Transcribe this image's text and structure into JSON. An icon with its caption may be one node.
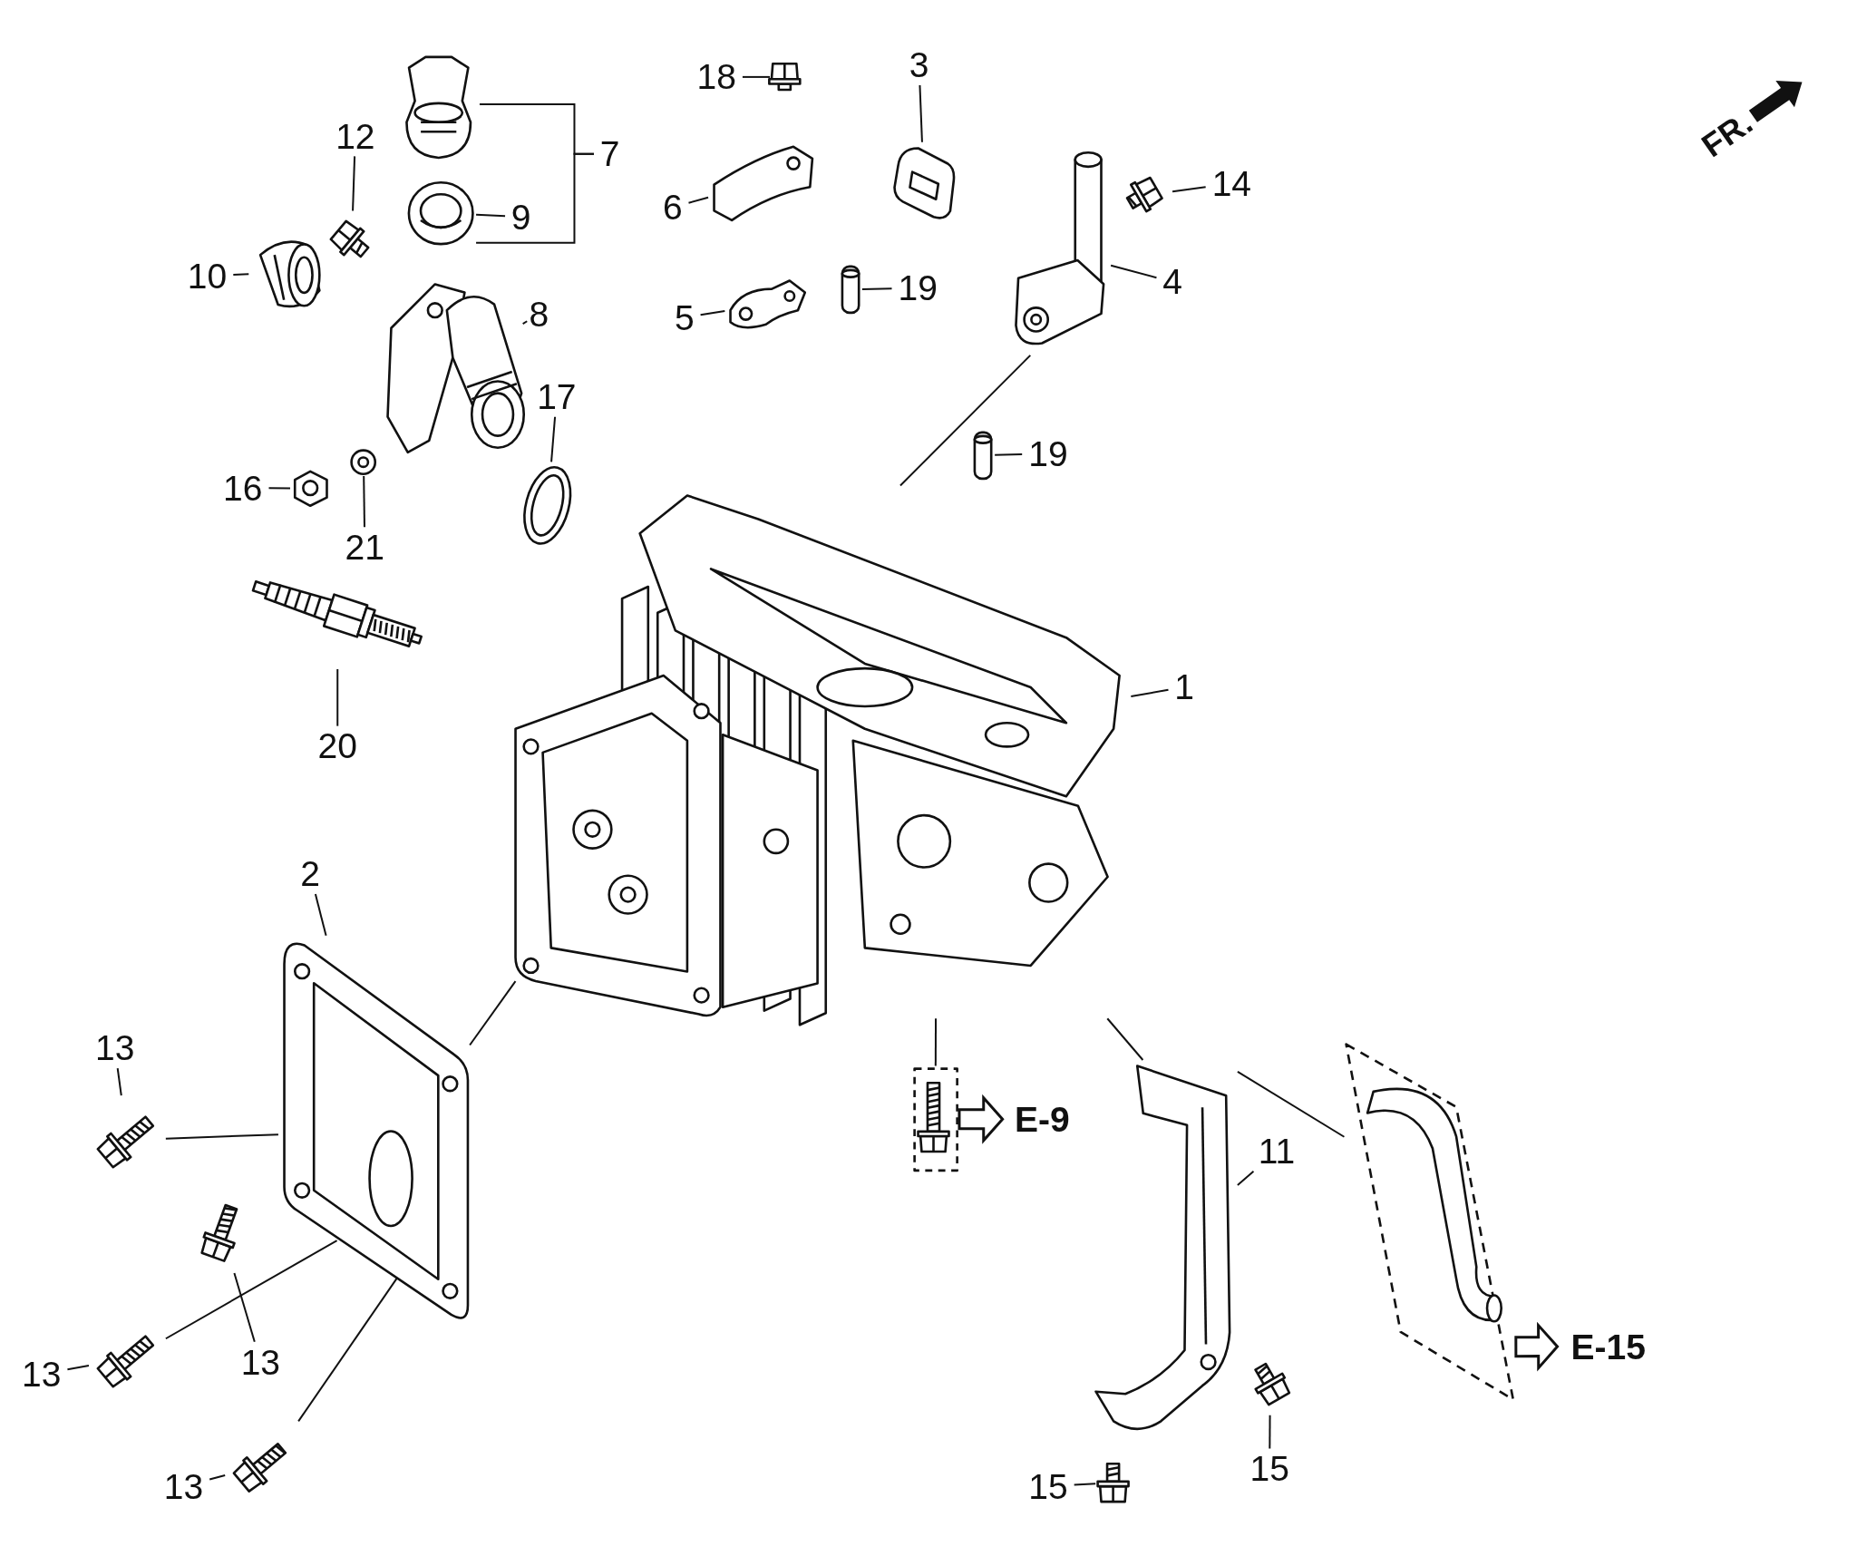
{
  "diagram": {
    "nodes": [
      {
        "text": [
          "7"
        ]
      },
      {
        "text": [],
        "shape": "picture"
      },
      {
        "text": [
          "9"
        ]
      },
      {
        "text": [],
        "shape": "picture"
      },
      {
        "text": [
          "12"
        ]
      },
      {
        "text": [],
        "shape": "picture"
      },
      {
        "text": [
          "10"
        ]
      },
      {
        "text": [],
        "shape": "picture"
      },
      {
        "text": [
          "8"
        ]
      },
      {
        "text": [],
        "shape": "picture"
      },
      {
        "text": [
          "17"
        ]
      },
      {
        "text": [],
        "shape": "picture"
      },
      {
        "text": [
          "16"
        ]
      },
      {
        "text": [],
        "shape": "picture"
      },
      {
        "text": [
          "21"
        ]
      },
      {
        "text": [],
        "shape": "picture"
      },
      {
        "text": [
          "20"
        ]
      },
      {
        "text": [],
        "shape": "picture"
      },
      {
        "text": [
          "18"
        ]
      },
      {
        "text": [],
        "shape": "picture"
      },
      {
        "text": [
          "6"
        ]
      },
      {
        "text": [],
        "shape": "picture"
      },
      {
        "text": [
          "5"
        ]
      },
      {
        "text": [],
        "shape": "picture"
      },
      {
        "text": [
          "3"
        ]
      },
      {
        "text": [],
        "shape": "picture"
      },
      {
        "text": [
          "19"
        ]
      },
      {
        "text": [],
        "shape": "picture"
      },
      {
        "text": [
          "19"
        ]
      },
      {
        "text": [],
        "shape": "picture"
      },
      {
        "text": [
          "14"
        ]
      },
      {
        "text": [],
        "shape": "picture"
      },
      {
        "text": [
          "4"
        ]
      },
      {
        "text": [],
        "shape": "picture"
      },
      {
        "text": [
          "1"
        ]
      },
      {
        "text": [],
        "shape": "picture"
      },
      {
        "text": [
          "2"
        ]
      },
      {
        "text": [],
        "shape": "picture"
      },
      {
        "text": [
          "13"
        ]
      },
      {
        "text": [],
        "shape": "picture"
      },
      {
        "text": [
          "13"
        ]
      },
      {
        "text": [],
        "shape": "picture"
      },
      {
        "text": [
          "13"
        ]
      },
      {
        "text": [],
        "shape": "picture"
      },
      {
        "text": [
          "13"
        ]
      },
      {
        "text": [],
        "shape": "picture"
      },
      {
        "text": [
          "11"
        ]
      },
      {
        "text": [],
        "shape": "picture"
      },
      {
        "text": [
          "15"
        ]
      },
      {
        "text": [],
        "shape": "picture"
      },
      {
        "text": [
          "15"
        ]
      },
      {
        "text": [],
        "shape": "picture"
      },
      {
        "text": [],
        "shape": "picture"
      },
      {
        "text": [
          "E-9"
        ]
      },
      {
        "text": [],
        "shape": "picture"
      },
      {
        "text": [
          "E-15"
        ]
      }
    ],
    "edges": [
      {
        "from": 0,
        "to": 1,
        "arrow": "none"
      },
      {
        "from": 0,
        "to": 3,
        "arrow": "none"
      },
      {
        "from": 2,
        "to": 3,
        "arrow": "none"
      },
      {
        "from": 4,
        "to": 5,
        "arrow": "none"
      },
      {
        "from": 6,
        "to": 7,
        "arrow": "none"
      },
      {
        "from": 8,
        "to": 9,
        "arrow": "none"
      },
      {
        "from": 10,
        "to": 11,
        "arrow": "none"
      },
      {
        "from": 12,
        "to": 13,
        "arrow": "none"
      },
      {
        "from": 14,
        "to": 15,
        "arrow": "none"
      },
      {
        "from": 16,
        "to": 17,
        "arrow": "none"
      },
      {
        "from": 18,
        "to": 19,
        "arrow": "none"
      },
      {
        "from": 20,
        "to": 21,
        "arrow": "none"
      },
      {
        "from": 22,
        "to": 23,
        "arrow": "none"
      },
      {
        "from": 24,
        "to": 25,
        "arrow": "none"
      },
      {
        "from": 26,
        "to": 27,
        "arrow": "none"
      },
      {
        "from": 28,
        "to": 29,
        "arrow": "none"
      },
      {
        "from": 30,
        "to": 31,
        "arrow": "none"
      },
      {
        "from": 32,
        "to": 33,
        "arrow": "none"
      },
      {
        "from": 34,
        "to": 35,
        "arrow": "none"
      },
      {
        "from": 36,
        "to": 37,
        "arrow": "none"
      },
      {
        "from": 38,
        "to": 39,
        "arrow": "none"
      },
      {
        "from": 40,
        "to": 41,
        "arrow": "none"
      },
      {
        "from": 42,
        "to": 43,
        "arrow": "none"
      },
      {
        "from": 44,
        "to": 45,
        "arrow": "none"
      },
      {
        "from": 46,
        "to": 47,
        "arrow": "none"
      },
      {
        "from": 48,
        "to": 49,
        "arrow": "none"
      },
      {
        "from": 50,
        "to": 51,
        "arrow": "none"
      },
      {
        "from": 52,
        "to": 53,
        "arrow": "to",
        "style": "thick"
      },
      {
        "from": 54,
        "to": 55,
        "arrow": "to",
        "style": "thick"
      },
      {
        "from": 39,
        "to": 37,
        "arrow": "none"
      },
      {
        "from": 41,
        "to": 37,
        "arrow": "none"
      },
      {
        "from": 45,
        "to": 37,
        "arrow": "none"
      },
      {
        "from": 33,
        "to": 35,
        "arrow": "none"
      },
      {
        "from": 47,
        "to": 35,
        "arrow": "none"
      },
      {
        "from": 47,
        "to": 54,
        "arrow": "none"
      },
      {
        "from": 52,
        "to": 35,
        "arrow": "none"
      },
      {
        "from": 37,
        "to": 35,
        "arrow": "none"
      }
    ],
    "labels": [
      "FR."
    ]
  }
}
